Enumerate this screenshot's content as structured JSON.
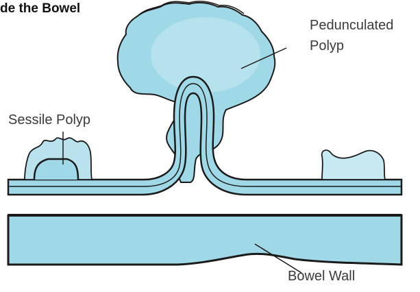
{
  "title": "de the Bowel",
  "labels": {
    "pedunculated_line1": "Pedunculated",
    "pedunculated_line2": "Polyp",
    "sessile": "Sessile Polyp",
    "bowel_wall": "Bowel Wall"
  },
  "colors": {
    "fill": "#9fd8e6",
    "fill_light": "#c6e9f2",
    "outline": "#1a1a1a",
    "label_text": "#3a3a3a"
  }
}
